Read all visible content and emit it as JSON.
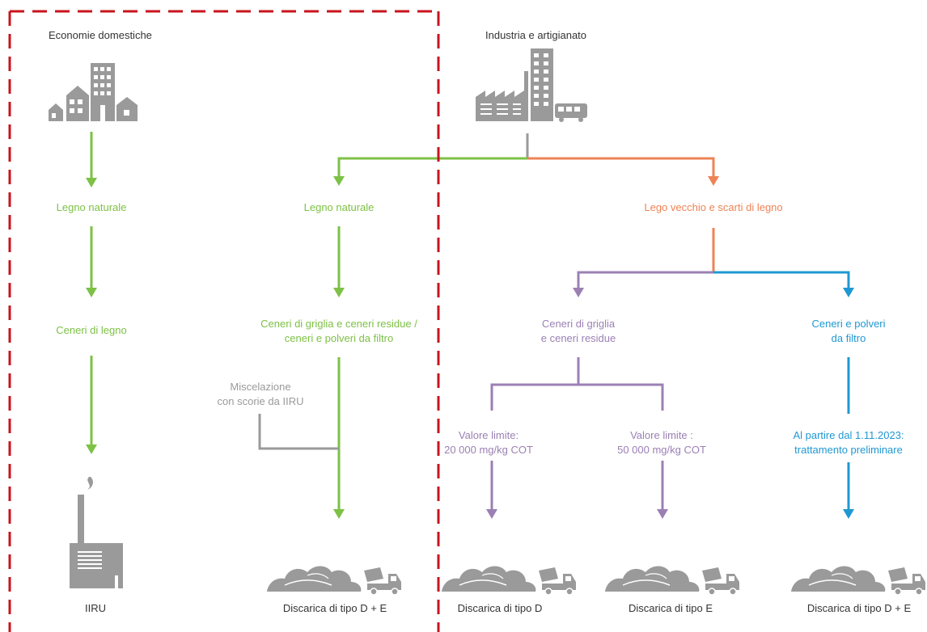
{
  "sources": {
    "households": "Economie domestiche",
    "industry": "Industria e artigianato"
  },
  "nodes": {
    "natural_wood_left": "Legno naturale",
    "natural_wood_mid": "Legno naturale",
    "old_wood": "Lego vecchio e scarti di legno",
    "wood_ash": "Ceneri di legno",
    "grate_ash_filter": [
      "Ceneri di griglia e ceneri residue /",
      "ceneri e polveri da filtro"
    ],
    "grate_ash": [
      "Ceneri di griglia",
      "e ceneri residue"
    ],
    "filter_ash": [
      "Ceneri e polveri",
      "da filtro"
    ],
    "mixing": [
      "Miscelazione",
      "con scorie da IIRU"
    ],
    "limit_20000": [
      "Valore limite:",
      "20 000 mg/kg COT"
    ],
    "limit_50000": [
      "Valore limite :",
      "50 000 mg/kg COT"
    ],
    "pretreatment": [
      "Al partire dal 1.11.2023:",
      "trattamento preliminare"
    ]
  },
  "destinations": {
    "iiru": "IIRU",
    "landfill_de_mid": "Discarica di tipo D + E",
    "landfill_d": "Discarica di tipo D",
    "landfill_e": "Discarica di tipo E",
    "landfill_de_right": "Discarica di tipo D + E"
  },
  "colors": {
    "green": "#7dc145",
    "orange": "#ee8355",
    "purple": "#9b80b4",
    "blue": "#1f98d2",
    "gray": "#9a9a9a",
    "frame": "#c8141e"
  },
  "icons": {
    "households": "houses-icon",
    "industry": "factory-icon",
    "incinerator": "incinerator-icon",
    "landfill": "landfill-truck-icon"
  }
}
